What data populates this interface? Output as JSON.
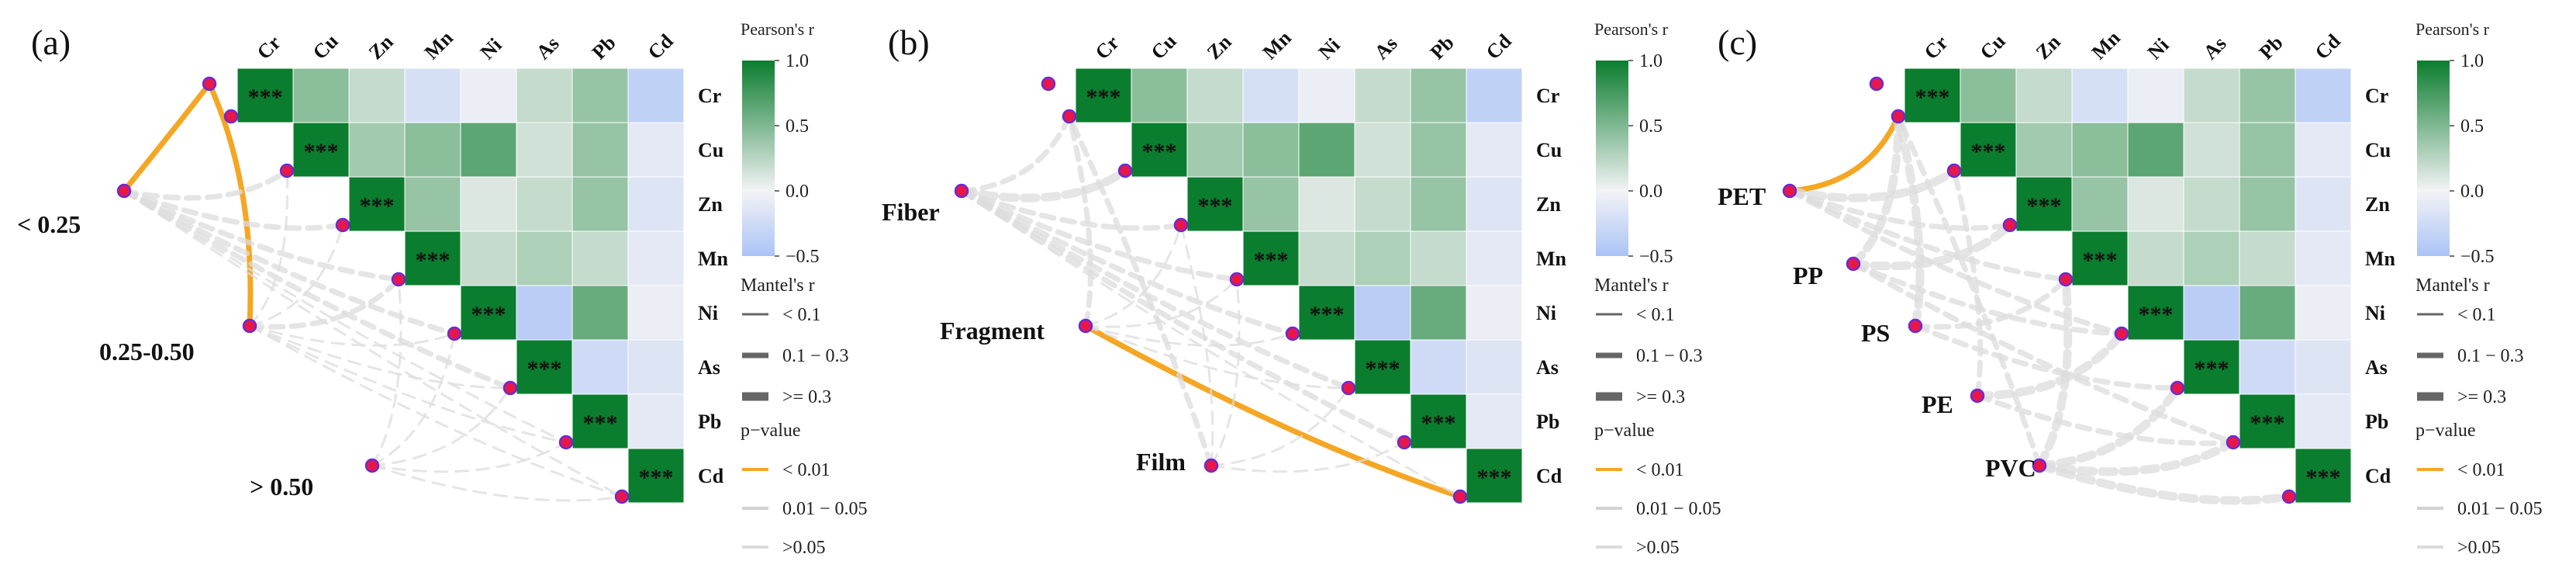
{
  "figure": {
    "legend": {
      "colorbar_title": "Pearson's r",
      "colorbar_ticks": [
        "1.0",
        "0.5",
        "0.0",
        "−0.5"
      ],
      "colorbar_tick_values": [
        1.0,
        0.5,
        0.0,
        -0.5
      ],
      "colorbar_range": [
        -0.5,
        1.0
      ],
      "colors": {
        "high": "#0b7d2e",
        "mid": "#f3f3f5",
        "low": "#aac3f6"
      },
      "mantel_title": "Mantel's r",
      "mantel_items": [
        "< 0.1",
        "0.1 − 0.3",
        ">= 0.3"
      ],
      "p_title": "p−value",
      "p_items": [
        "< 0.01",
        "0.01 − 0.05",
        ">0.05"
      ],
      "p_colors": [
        "#f5a623",
        "#d2d2d2",
        "#dcdcdc"
      ]
    }
  },
  "chart_data": [
    {
      "panel_label": "(a)",
      "type": "heatmap",
      "variables": [
        "Cr",
        "Cu",
        "Zn",
        "Mn",
        "Ni",
        "As",
        "Pb",
        "Cd"
      ],
      "diagonal_label": "***",
      "upper_triangle_r": [
        [
          1.0,
          0.45,
          0.2,
          -0.2,
          -0.05,
          0.2,
          0.4,
          -0.35
        ],
        [
          null,
          1.0,
          0.35,
          0.45,
          0.65,
          0.15,
          0.4,
          -0.1
        ],
        [
          null,
          null,
          1.0,
          0.4,
          0.1,
          0.2,
          0.4,
          -0.15
        ],
        [
          null,
          null,
          null,
          1.0,
          0.2,
          0.3,
          0.2,
          -0.1
        ],
        [
          null,
          null,
          null,
          null,
          1.0,
          -0.4,
          0.6,
          -0.05
        ],
        [
          null,
          null,
          null,
          null,
          null,
          1.0,
          -0.25,
          -0.15
        ],
        [
          null,
          null,
          null,
          null,
          null,
          null,
          1.0,
          -0.1
        ],
        [
          null,
          null,
          null,
          null,
          null,
          null,
          null,
          1.0
        ]
      ],
      "groups": [
        "< 0.25",
        "0.25-0.50",
        ">  0.50"
      ],
      "links": [
        {
          "from": 0,
          "to": 0,
          "mantel": "0.1 − 0.3",
          "p": "< 0.01"
        },
        {
          "from": 1,
          "to": 0,
          "mantel": "0.1 − 0.3",
          "p": "< 0.01"
        },
        {
          "from": 0,
          "to": 1,
          "mantel": "0.1 − 0.3",
          "p": ">0.05"
        },
        {
          "from": 0,
          "to": 2,
          "mantel": "0.1 − 0.3",
          "p": ">0.05"
        },
        {
          "from": 0,
          "to": 3,
          "mantel": "0.1 − 0.3",
          "p": ">0.05"
        },
        {
          "from": 0,
          "to": 4,
          "mantel": "0.1 − 0.3",
          "p": ">0.05"
        },
        {
          "from": 0,
          "to": 5,
          "mantel": "0.1 − 0.3",
          "p": ">0.05"
        },
        {
          "from": 0,
          "to": 6,
          "mantel": "< 0.1",
          "p": ">0.05"
        },
        {
          "from": 0,
          "to": 7,
          "mantel": "< 0.1",
          "p": ">0.05"
        },
        {
          "from": 1,
          "to": 1,
          "mantel": "< 0.1",
          "p": ">0.05"
        },
        {
          "from": 1,
          "to": 2,
          "mantel": "< 0.1",
          "p": ">0.05"
        },
        {
          "from": 1,
          "to": 3,
          "mantel": "0.1 − 0.3",
          "p": ">0.05"
        },
        {
          "from": 1,
          "to": 4,
          "mantel": "< 0.1",
          "p": ">0.05"
        },
        {
          "from": 1,
          "to": 5,
          "mantel": "< 0.1",
          "p": ">0.05"
        },
        {
          "from": 1,
          "to": 6,
          "mantel": "< 0.1",
          "p": ">0.05"
        },
        {
          "from": 1,
          "to": 7,
          "mantel": "< 0.1",
          "p": ">0.05"
        },
        {
          "from": 2,
          "to": 3,
          "mantel": "< 0.1",
          "p": ">0.05"
        },
        {
          "from": 2,
          "to": 4,
          "mantel": "< 0.1",
          "p": ">0.05"
        },
        {
          "from": 2,
          "to": 5,
          "mantel": "< 0.1",
          "p": ">0.05"
        },
        {
          "from": 2,
          "to": 6,
          "mantel": "< 0.1",
          "p": ">0.05"
        },
        {
          "from": 2,
          "to": 7,
          "mantel": "< 0.1",
          "p": ">0.05"
        }
      ]
    },
    {
      "panel_label": "(b)",
      "type": "heatmap",
      "variables": [
        "Cr",
        "Cu",
        "Zn",
        "Mn",
        "Ni",
        "As",
        "Pb",
        "Cd"
      ],
      "diagonal_label": "***",
      "upper_triangle_r": [
        [
          1.0,
          0.45,
          0.2,
          -0.2,
          -0.05,
          0.2,
          0.4,
          -0.35
        ],
        [
          null,
          1.0,
          0.35,
          0.45,
          0.65,
          0.15,
          0.4,
          -0.1
        ],
        [
          null,
          null,
          1.0,
          0.4,
          0.1,
          0.2,
          0.4,
          -0.15
        ],
        [
          null,
          null,
          null,
          1.0,
          0.2,
          0.3,
          0.2,
          -0.1
        ],
        [
          null,
          null,
          null,
          null,
          1.0,
          -0.4,
          0.6,
          -0.05
        ],
        [
          null,
          null,
          null,
          null,
          null,
          1.0,
          -0.25,
          -0.15
        ],
        [
          null,
          null,
          null,
          null,
          null,
          null,
          1.0,
          -0.1
        ],
        [
          null,
          null,
          null,
          null,
          null,
          null,
          null,
          1.0
        ]
      ],
      "groups": [
        "Fiber",
        "Fragment",
        "Film"
      ],
      "links": [
        {
          "from": 1,
          "to": 7,
          "mantel": "0.1 − 0.3",
          "p": "< 0.01"
        },
        {
          "from": 0,
          "to": 0,
          "mantel": "0.1 − 0.3",
          "p": ">0.05"
        },
        {
          "from": 0,
          "to": 1,
          "mantel": ">= 0.3",
          "p": ">0.05"
        },
        {
          "from": 0,
          "to": 2,
          "mantel": "0.1 − 0.3",
          "p": ">0.05"
        },
        {
          "from": 0,
          "to": 3,
          "mantel": "0.1 − 0.3",
          "p": ">0.05"
        },
        {
          "from": 0,
          "to": 4,
          "mantel": "0.1 − 0.3",
          "p": ">0.05"
        },
        {
          "from": 0,
          "to": 5,
          "mantel": "0.1 − 0.3",
          "p": ">0.05"
        },
        {
          "from": 0,
          "to": 6,
          "mantel": "0.1 − 0.3",
          "p": ">0.05"
        },
        {
          "from": 0,
          "to": 7,
          "mantel": "< 0.1",
          "p": ">0.05"
        },
        {
          "from": 1,
          "to": 0,
          "mantel": "0.1 − 0.3",
          "p": ">0.05"
        },
        {
          "from": 1,
          "to": 2,
          "mantel": "< 0.1",
          "p": ">0.05"
        },
        {
          "from": 1,
          "to": 3,
          "mantel": "< 0.1",
          "p": ">0.05"
        },
        {
          "from": 1,
          "to": 4,
          "mantel": "< 0.1",
          "p": ">0.05"
        },
        {
          "from": 1,
          "to": 5,
          "mantel": "< 0.1",
          "p": ">0.05"
        },
        {
          "from": 2,
          "to": 0,
          "mantel": "0.1 − 0.3",
          "p": ">0.05"
        },
        {
          "from": 2,
          "to": 2,
          "mantel": "< 0.1",
          "p": ">0.05"
        },
        {
          "from": 2,
          "to": 3,
          "mantel": "< 0.1",
          "p": ">0.05"
        },
        {
          "from": 2,
          "to": 5,
          "mantel": "< 0.1",
          "p": ">0.05"
        },
        {
          "from": 2,
          "to": 6,
          "mantel": "< 0.1",
          "p": ">0.05"
        }
      ]
    },
    {
      "panel_label": "(c)",
      "type": "heatmap",
      "variables": [
        "Cr",
        "Cu",
        "Zn",
        "Mn",
        "Ni",
        "As",
        "Pb",
        "Cd"
      ],
      "diagonal_label": "***",
      "upper_triangle_r": [
        [
          1.0,
          0.45,
          0.2,
          -0.2,
          -0.05,
          0.2,
          0.4,
          -0.35
        ],
        [
          null,
          1.0,
          0.35,
          0.45,
          0.65,
          0.15,
          0.4,
          -0.1
        ],
        [
          null,
          null,
          1.0,
          0.4,
          0.1,
          0.2,
          0.4,
          -0.15
        ],
        [
          null,
          null,
          null,
          1.0,
          0.2,
          0.3,
          0.2,
          -0.1
        ],
        [
          null,
          null,
          null,
          null,
          1.0,
          -0.4,
          0.6,
          -0.05
        ],
        [
          null,
          null,
          null,
          null,
          null,
          1.0,
          -0.25,
          -0.15
        ],
        [
          null,
          null,
          null,
          null,
          null,
          null,
          1.0,
          -0.1
        ],
        [
          null,
          null,
          null,
          null,
          null,
          null,
          null,
          1.0
        ]
      ],
      "groups": [
        "PET",
        "PP",
        "PS",
        "PE",
        "PVC"
      ],
      "links": [
        {
          "from": 0,
          "to": 0,
          "mantel": "0.1 − 0.3",
          "p": "< 0.01"
        },
        {
          "from": 0,
          "to": 1,
          "mantel": ">= 0.3",
          "p": ">0.05"
        },
        {
          "from": 0,
          "to": 2,
          "mantel": "0.1 − 0.3",
          "p": ">0.05"
        },
        {
          "from": 0,
          "to": 3,
          "mantel": "0.1 − 0.3",
          "p": ">0.05"
        },
        {
          "from": 0,
          "to": 4,
          "mantel": "0.1 − 0.3",
          "p": ">0.05"
        },
        {
          "from": 1,
          "to": 0,
          "mantel": ">= 0.3",
          "p": ">0.05"
        },
        {
          "from": 1,
          "to": 2,
          "mantel": ">= 0.3",
          "p": ">0.05"
        },
        {
          "from": 1,
          "to": 4,
          "mantel": "0.1 − 0.3",
          "p": ">0.05"
        },
        {
          "from": 1,
          "to": 6,
          "mantel": "0.1 − 0.3",
          "p": ">0.05"
        },
        {
          "from": 2,
          "to": 0,
          "mantel": ">= 0.3",
          "p": ">0.05"
        },
        {
          "from": 2,
          "to": 3,
          "mantel": "0.1 − 0.3",
          "p": ">0.05"
        },
        {
          "from": 2,
          "to": 5,
          "mantel": "0.1 − 0.3",
          "p": ">0.05"
        },
        {
          "from": 3,
          "to": 1,
          "mantel": "0.1 − 0.3",
          "p": ">0.05"
        },
        {
          "from": 3,
          "to": 4,
          "mantel": ">= 0.3",
          "p": ">0.05"
        },
        {
          "from": 3,
          "to": 6,
          "mantel": "0.1 − 0.3",
          "p": ">0.05"
        },
        {
          "from": 4,
          "to": 0,
          "mantel": "0.1 − 0.3",
          "p": ">0.05"
        },
        {
          "from": 4,
          "to": 3,
          "mantel": ">= 0.3",
          "p": ">0.05"
        },
        {
          "from": 4,
          "to": 5,
          "mantel": ">= 0.3",
          "p": ">0.05"
        },
        {
          "from": 4,
          "to": 6,
          "mantel": ">= 0.3",
          "p": ">0.05"
        },
        {
          "from": 4,
          "to": 7,
          "mantel": ">= 0.3",
          "p": ">0.05"
        }
      ]
    }
  ]
}
